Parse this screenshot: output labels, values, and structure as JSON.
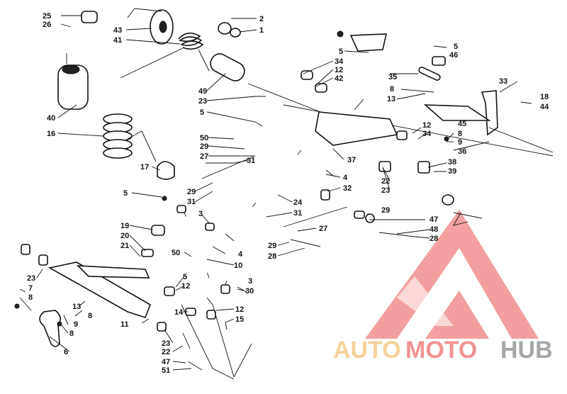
{
  "callouts": [
    {
      "id": "c25",
      "text": "25"
    },
    {
      "id": "c26",
      "text": "26"
    },
    {
      "id": "c43",
      "text": "43"
    },
    {
      "id": "c41",
      "text": "41"
    },
    {
      "id": "c2",
      "text": "2"
    },
    {
      "id": "c1",
      "text": "1"
    },
    {
      "id": "c40",
      "text": "40"
    },
    {
      "id": "c16",
      "text": "16"
    },
    {
      "id": "c49",
      "text": "49"
    },
    {
      "id": "c23a",
      "text": "23"
    },
    {
      "id": "c5a",
      "text": "5"
    },
    {
      "id": "c5b",
      "text": "5"
    },
    {
      "id": "c34a",
      "text": "34"
    },
    {
      "id": "c12a",
      "text": "12"
    },
    {
      "id": "c42",
      "text": "42"
    },
    {
      "id": "c5c",
      "text": "5"
    },
    {
      "id": "c46",
      "text": "46"
    },
    {
      "id": "c35",
      "text": "35"
    },
    {
      "id": "c33",
      "text": "33"
    },
    {
      "id": "c8a",
      "text": "8"
    },
    {
      "id": "c13a",
      "text": "13"
    },
    {
      "id": "c18",
      "text": "18"
    },
    {
      "id": "c44",
      "text": "44"
    },
    {
      "id": "c45",
      "text": "45"
    },
    {
      "id": "c12b",
      "text": "12"
    },
    {
      "id": "c34b",
      "text": "34"
    },
    {
      "id": "c8b",
      "text": "8"
    },
    {
      "id": "c9a",
      "text": "9"
    },
    {
      "id": "c36",
      "text": "36"
    },
    {
      "id": "c50a",
      "text": "50"
    },
    {
      "id": "c29a",
      "text": "29"
    },
    {
      "id": "c27a",
      "text": "27"
    },
    {
      "id": "c31a",
      "text": "31"
    },
    {
      "id": "c37",
      "text": "37"
    },
    {
      "id": "c38",
      "text": "38"
    },
    {
      "id": "c39",
      "text": "39"
    },
    {
      "id": "c22a",
      "text": "22"
    },
    {
      "id": "c23b",
      "text": "23"
    },
    {
      "id": "c17",
      "text": "17"
    },
    {
      "id": "c5d",
      "text": "5"
    },
    {
      "id": "c29b",
      "text": "29"
    },
    {
      "id": "c31b",
      "text": "31"
    },
    {
      "id": "c4a",
      "text": "4"
    },
    {
      "id": "c32",
      "text": "32"
    },
    {
      "id": "c24",
      "text": "24"
    },
    {
      "id": "c31c",
      "text": "31"
    },
    {
      "id": "c29c",
      "text": "29"
    },
    {
      "id": "c3a",
      "text": "3"
    },
    {
      "id": "c47a",
      "text": "47"
    },
    {
      "id": "c48",
      "text": "48"
    },
    {
      "id": "c28a",
      "text": "28"
    },
    {
      "id": "c27b",
      "text": "27"
    },
    {
      "id": "c19",
      "text": "19"
    },
    {
      "id": "c20",
      "text": "20"
    },
    {
      "id": "c4b",
      "text": "4"
    },
    {
      "id": "c21",
      "text": "21"
    },
    {
      "id": "c50b",
      "text": "50"
    },
    {
      "id": "c10",
      "text": "10"
    },
    {
      "id": "c29d",
      "text": "29"
    },
    {
      "id": "c28b",
      "text": "28"
    },
    {
      "id": "c23c",
      "text": "23"
    },
    {
      "id": "c5e",
      "text": "5"
    },
    {
      "id": "c12c",
      "text": "12"
    },
    {
      "id": "c3b",
      "text": "3"
    },
    {
      "id": "c30",
      "text": "30"
    },
    {
      "id": "c7",
      "text": "7"
    },
    {
      "id": "c8c",
      "text": "8"
    },
    {
      "id": "c13b",
      "text": "13"
    },
    {
      "id": "c8d",
      "text": "8"
    },
    {
      "id": "c9b",
      "text": "9"
    },
    {
      "id": "c8e",
      "text": "8"
    },
    {
      "id": "c14",
      "text": "14"
    },
    {
      "id": "c12d",
      "text": "12"
    },
    {
      "id": "c15",
      "text": "15"
    },
    {
      "id": "c11",
      "text": "11"
    },
    {
      "id": "c6",
      "text": "6"
    },
    {
      "id": "c23d",
      "text": "23"
    },
    {
      "id": "c22b",
      "text": "22"
    },
    {
      "id": "c47b",
      "text": "47"
    },
    {
      "id": "c51",
      "text": "51"
    }
  ],
  "watermark": {
    "word_auto": "AUTO",
    "word_moto": "MOTO",
    "word_hub": "HUB",
    "colors": {
      "auto": "#f3c27a",
      "moto": "#ee6f6f",
      "hub": "#8a8a8a",
      "logo": "#f08080"
    }
  }
}
